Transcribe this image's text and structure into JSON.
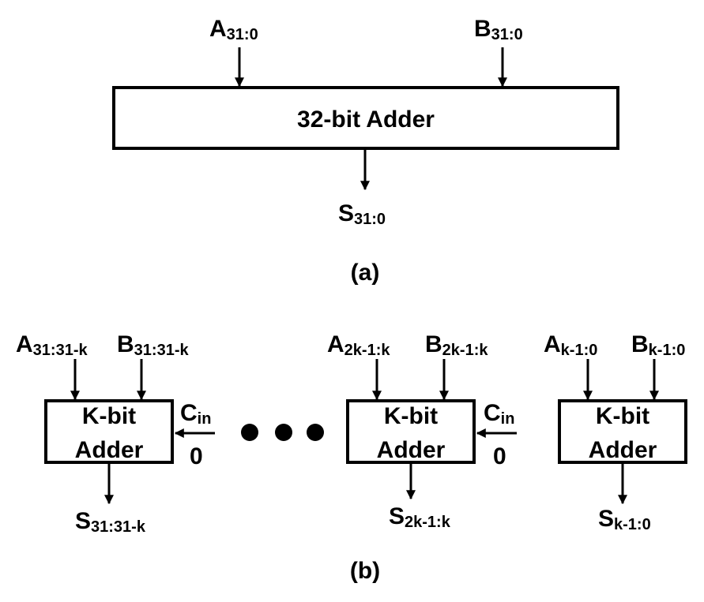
{
  "part_a": {
    "caption": "(a)",
    "adder_label": "32-bit Adder",
    "input_a": {
      "base": "A",
      "sub": "31:0"
    },
    "input_b": {
      "base": "B",
      "sub": "31:0"
    },
    "output_s": {
      "base": "S",
      "sub": "31:0"
    }
  },
  "part_b": {
    "caption": "(b)",
    "blocks": [
      {
        "label_line1": "K-bit",
        "label_line2": "Adder",
        "input_a": {
          "base": "A",
          "sub": "31:31-k"
        },
        "input_b": {
          "base": "B",
          "sub": "31:31-k"
        },
        "output_s": {
          "base": "S",
          "sub": "31:31-k"
        },
        "carry_in": {
          "base": "C",
          "sub": "in",
          "value": "0"
        }
      },
      {
        "label_line1": "K-bit",
        "label_line2": "Adder",
        "input_a": {
          "base": "A",
          "sub": "2k-1:k"
        },
        "input_b": {
          "base": "B",
          "sub": "2k-1:k"
        },
        "output_s": {
          "base": "S",
          "sub": "2k-1:k"
        },
        "carry_in": {
          "base": "C",
          "sub": "in",
          "value": "0"
        }
      },
      {
        "label_line1": "K-bit",
        "label_line2": "Adder",
        "input_a": {
          "base": "A",
          "sub": "k-1:0"
        },
        "input_b": {
          "base": "B",
          "sub": "k-1:0"
        },
        "output_s": {
          "base": "S",
          "sub": "k-1:0"
        }
      }
    ]
  }
}
